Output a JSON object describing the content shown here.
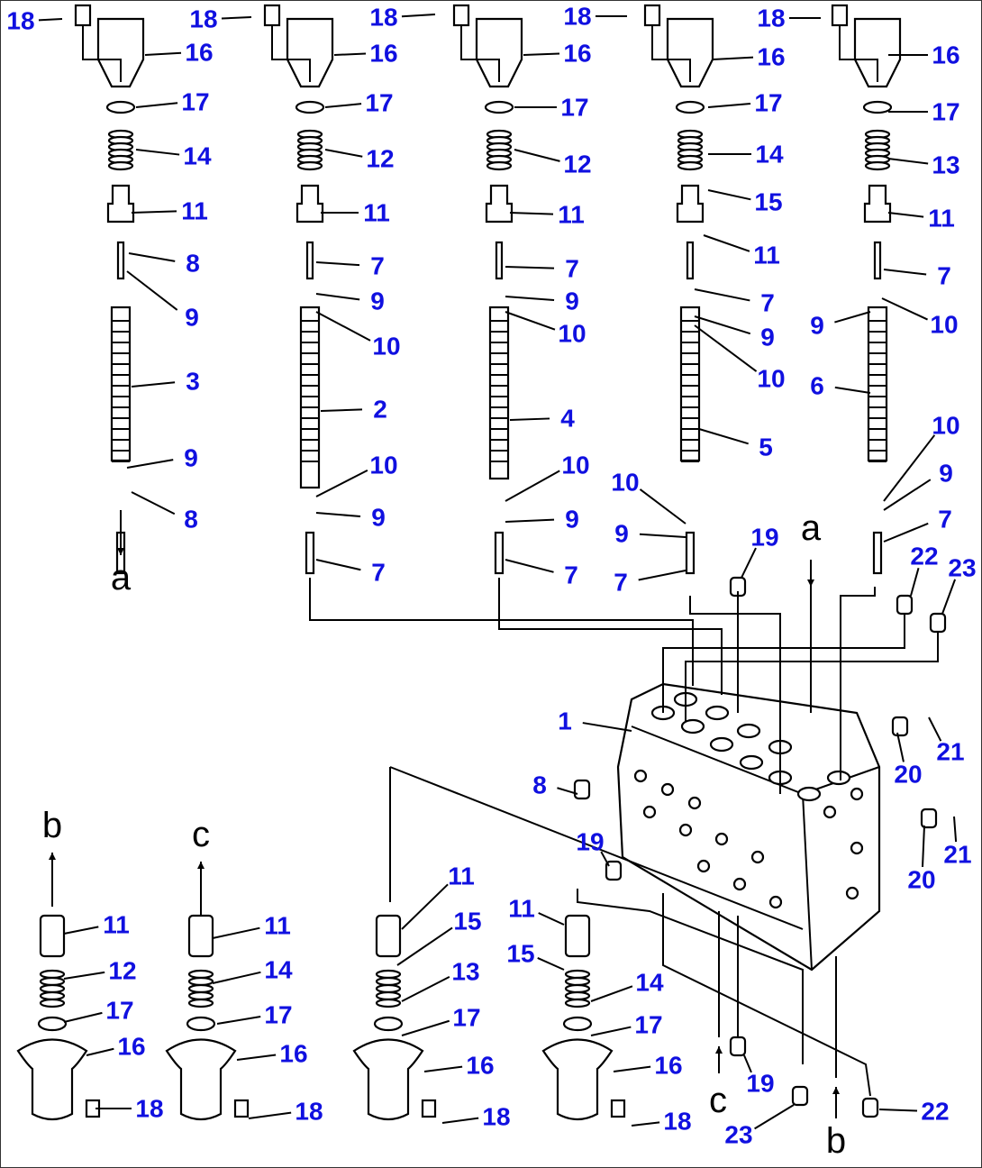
{
  "title": "Control valve exploded parts diagram",
  "label_color": "#1010e0",
  "line_color": "#000000",
  "callouts": [
    "18",
    "16",
    "17",
    "14",
    "11",
    "8",
    "9",
    "3",
    "9",
    "8",
    "a",
    "18",
    "16",
    "17",
    "12",
    "11",
    "7",
    "9",
    "10",
    "2",
    "10",
    "9",
    "7",
    "18",
    "16",
    "17",
    "12",
    "11",
    "7",
    "9",
    "10",
    "4",
    "10",
    "9",
    "7",
    "18",
    "16",
    "17",
    "14",
    "15",
    "11",
    "7",
    "9",
    "10",
    "5",
    "10",
    "9",
    "7",
    "19",
    "a",
    "18",
    "16",
    "17",
    "13",
    "11",
    "7",
    "9",
    "10",
    "6",
    "10",
    "9",
    "7",
    "22",
    "23",
    "1",
    "20",
    "21",
    "8",
    "19",
    "20",
    "21",
    "b",
    "11",
    "12",
    "17",
    "16",
    "18",
    "c",
    "11",
    "14",
    "17",
    "16",
    "18",
    "11",
    "15",
    "13",
    "17",
    "16",
    "18",
    "11",
    "15",
    "14",
    "17",
    "16",
    "18",
    "c",
    "19",
    "23",
    "b",
    "22"
  ]
}
